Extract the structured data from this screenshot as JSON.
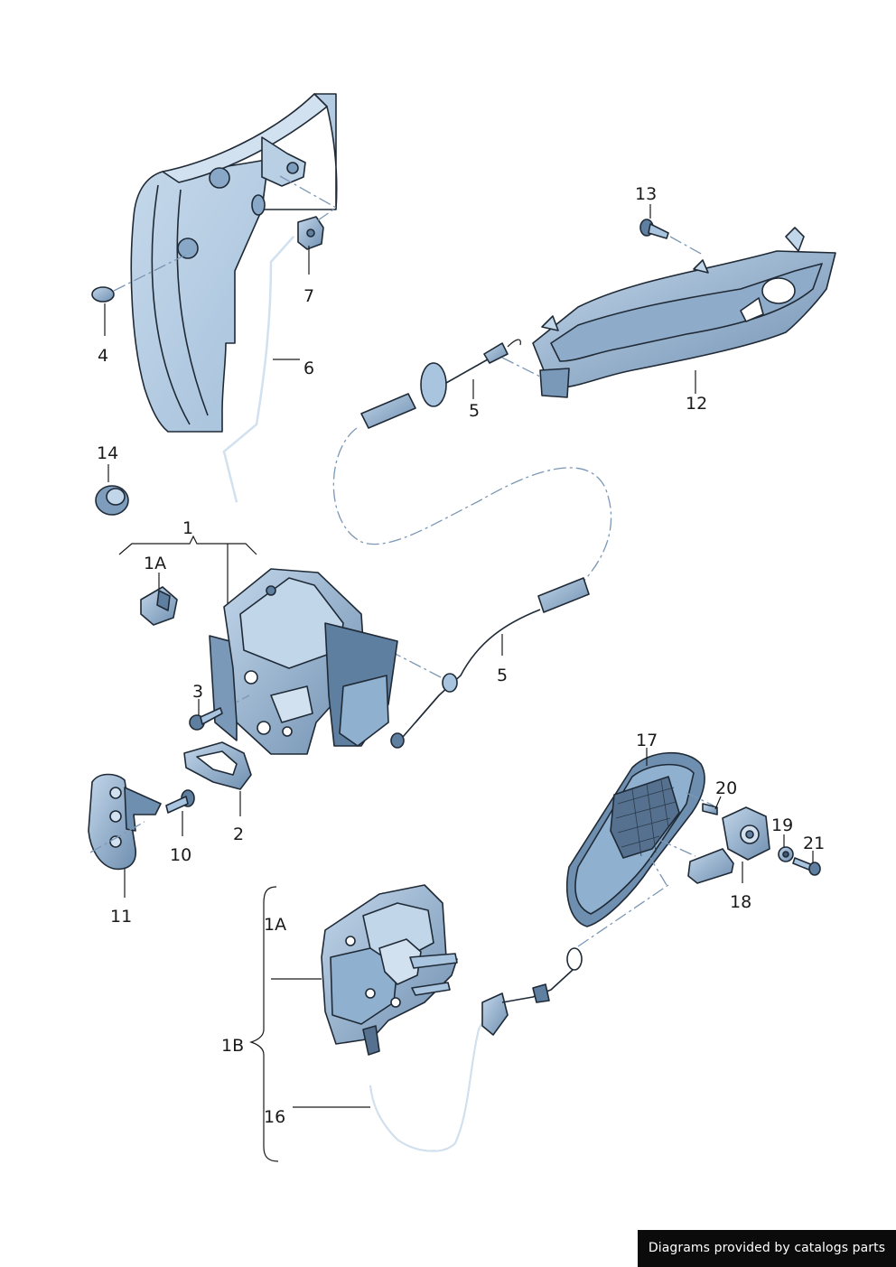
{
  "credit": "Diagrams provided by catalogs parts",
  "colors": {
    "part_fill": "#a9c4de",
    "part_dark": "#56718f",
    "part_light": "#d8e6f3",
    "outline": "#1f2a36",
    "dash": "#7b97b5"
  },
  "labels": {
    "l1": "1",
    "l1a_top": "1A",
    "l2": "2",
    "l3": "3",
    "l4": "4",
    "l5_upper": "5",
    "l5_lower": "5",
    "l6": "6",
    "l7": "7",
    "l10": "10",
    "l11": "11",
    "l12": "12",
    "l13": "13",
    "l14": "14",
    "l1a_bottom": "1A",
    "l1b": "1B",
    "l16": "16",
    "l17": "17",
    "l18": "18",
    "l19": "19",
    "l20": "20",
    "l21": "21"
  }
}
